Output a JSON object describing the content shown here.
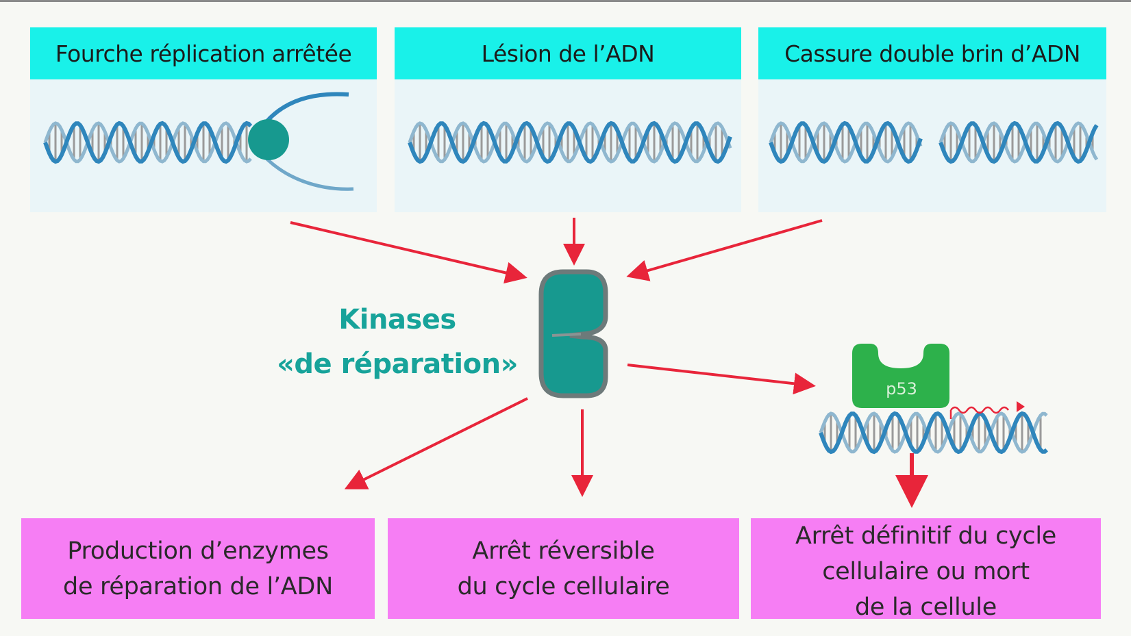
{
  "triggers": [
    {
      "label": "Fourche réplication arrêtée"
    },
    {
      "label": "Lésion de l’ADN"
    },
    {
      "label": "Cassure double brin d’ADN"
    }
  ],
  "kinase": {
    "line1": "Kinases",
    "line2": "«de réparation»"
  },
  "p53": {
    "label": "p53"
  },
  "outcomes": [
    {
      "text": "Production d’enzymes\nde réparation de l’ADN"
    },
    {
      "text": "Arrêt réversible\ndu cycle cellulaire"
    },
    {
      "text": "Arrêt définitif du cycle\ncellulaire ou mort\nde la cellule"
    }
  ],
  "colors": {
    "header": "#19f1e9",
    "panel": "#eaf5f8",
    "outcome": "#f67ef4",
    "arrow": "#e8253a",
    "kinase": "#17998f",
    "p53": "#2db14b",
    "dna_blue": "#2f86bc"
  }
}
